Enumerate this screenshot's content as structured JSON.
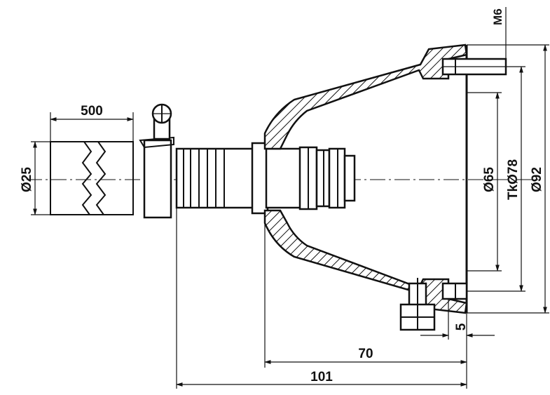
{
  "drawing": {
    "dimensions": {
      "hose_length": "500",
      "hose_diameter": "Ø25",
      "thread": "M6",
      "inner_diameter": "Ø65",
      "bolt_circle": "TkØ78",
      "outer_diameter": "Ø92",
      "flange_thickness": "5",
      "body_length": "70",
      "total_length": "101"
    }
  }
}
